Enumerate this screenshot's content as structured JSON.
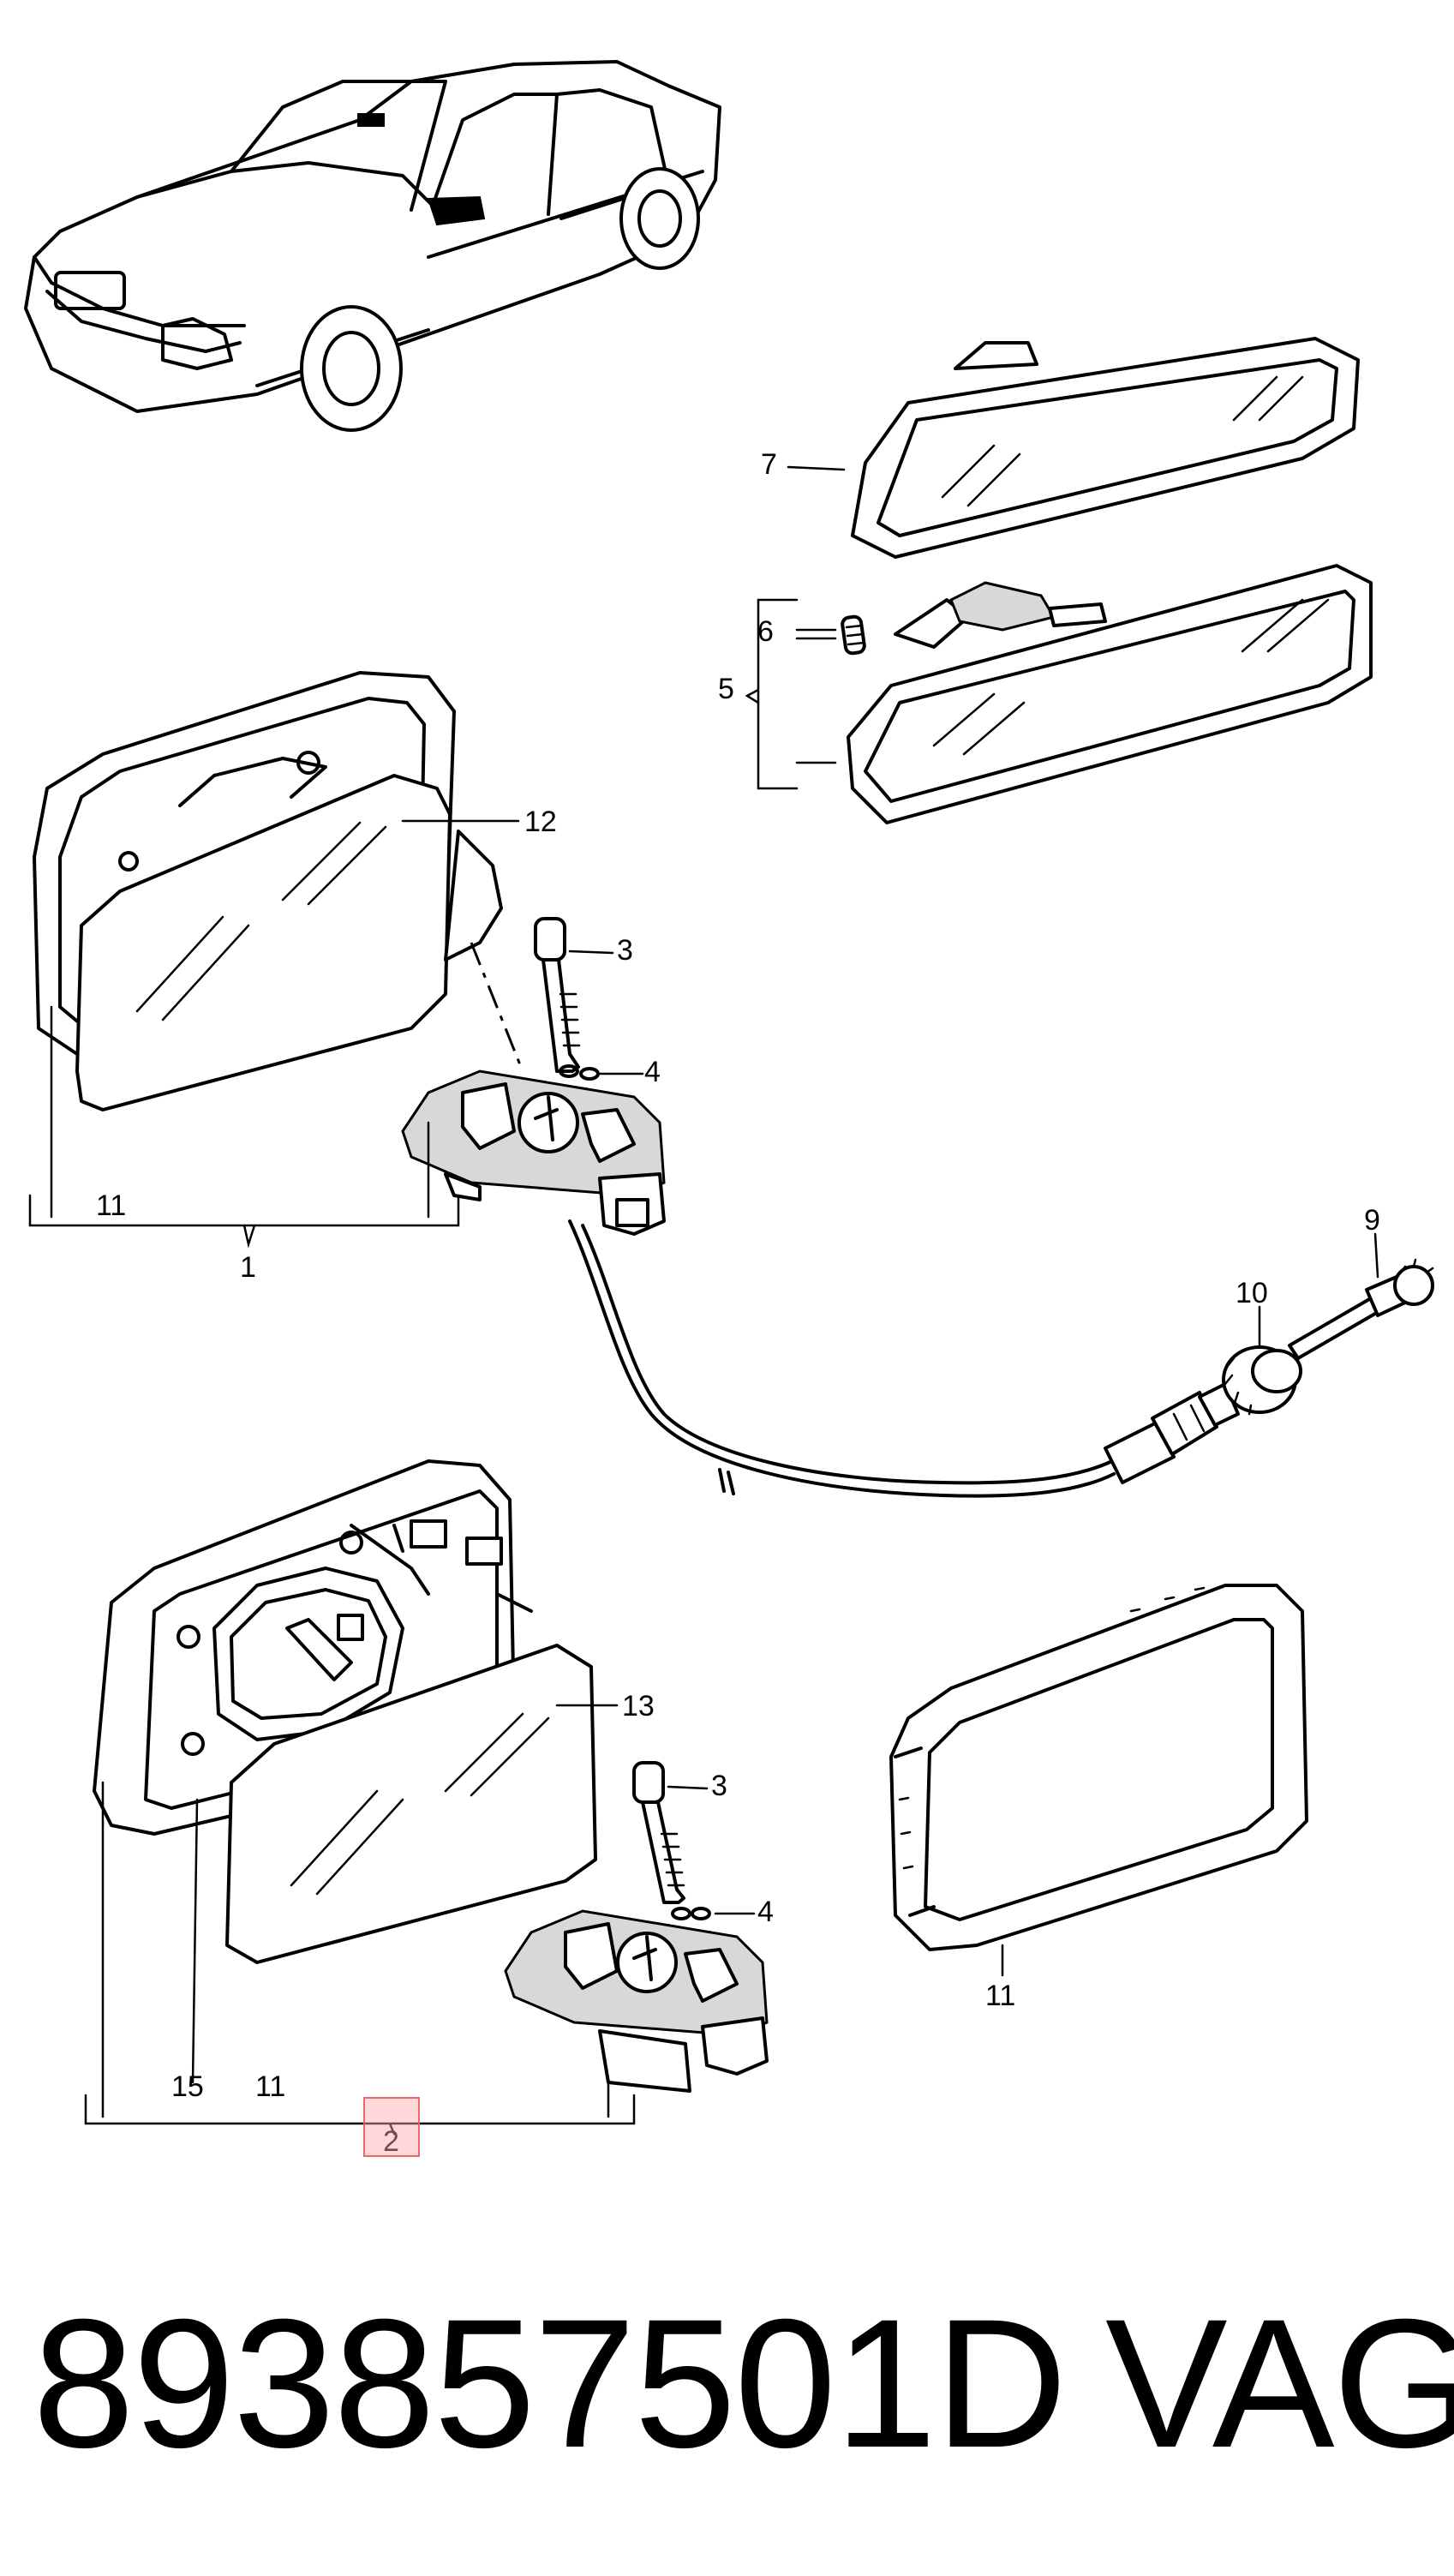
{
  "callouts": {
    "c7": "7",
    "c6": "6",
    "c5": "5",
    "c12": "12",
    "c3a": "3",
    "c4a": "4",
    "c11a": "11",
    "c1": "1",
    "c9": "9",
    "c10": "10",
    "c13": "13",
    "c3b": "3",
    "c4b": "4",
    "c11b": "11",
    "c15": "15",
    "c11c": "11",
    "c2": "2"
  },
  "caption": {
    "part_number": "893857501D",
    "brand": "VAG"
  },
  "highlight": {
    "target": "2",
    "color": "#f4a6a6"
  }
}
